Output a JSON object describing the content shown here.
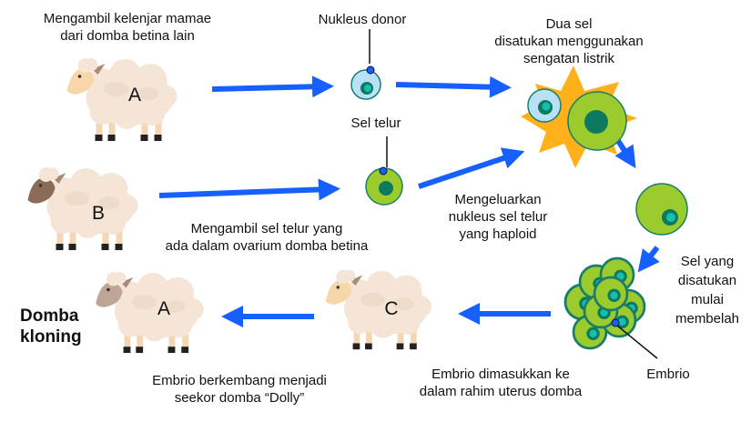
{
  "labels": {
    "donor_mammary": [
      "Mengambil kelenjar mamae",
      "dari domba betina lain"
    ],
    "nucleus_donor": "Nukleus donor",
    "fusion": [
      "Dua sel",
      "disatukan menggunakan",
      "sengatan listrik"
    ],
    "egg_cell": "Sel telur",
    "take_egg": [
      "Mengambil sel telur yang",
      "ada dalam ovarium domba betina"
    ],
    "remove_nucleus": [
      "Mengeluarkan",
      "nukleus sel telur",
      "yang haploid"
    ],
    "dividing": [
      "Sel yang",
      "disatukan",
      "mulai",
      "membelah"
    ],
    "embryo": "Embrio",
    "implant": [
      "Embrio dimasukkan ke",
      "dalam rahim uterus domba"
    ],
    "develop": [
      "Embrio berkembang menjadi",
      "seekor domba “Dolly”"
    ],
    "clone": [
      "Domba",
      "kloning"
    ]
  },
  "sheep": {
    "a": "A",
    "b": "B",
    "c": "C",
    "clone": "A"
  },
  "colors": {
    "arrow": "#1560ff",
    "cell": "#9ccb2e",
    "cell_border": "#1a7d6a",
    "nucleus": "#0d7a5f",
    "nucleolus": "#17bfb0",
    "donor_cell": "#b9e1f6",
    "spark": "#ffb11b",
    "wool": "#f4e5d6"
  }
}
